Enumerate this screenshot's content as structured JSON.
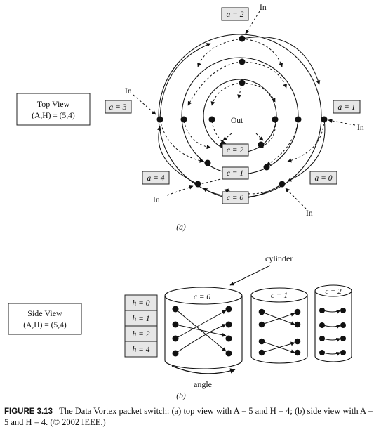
{
  "top": {
    "view_box": [
      "Top View",
      "(A,H) = (5,4)"
    ],
    "angle_labels": [
      "a = 2",
      "a = 3",
      "a = 1",
      "a = 4",
      "a = 0"
    ],
    "cylinder_labels": [
      "c = 2",
      "c = 1",
      "c = 0"
    ],
    "in_label": "In",
    "out_label": "Out",
    "sub_caption": "(a)"
  },
  "side": {
    "view_box": [
      "Side View",
      "(A,H) = (5,4)"
    ],
    "height_labels": [
      "h = 0",
      "h = 1",
      "h = 2",
      "h = 4"
    ],
    "cylinder_labels": [
      "c = 0",
      "c = 1",
      "c = 2"
    ],
    "cylinder_callout": "cylinder",
    "angle_callout": "angle",
    "sub_caption": "(b)"
  },
  "caption": {
    "figure_label": "FIGURE 3.13",
    "text": "The Data Vortex packet switch: (a) top view with A = 5 and H = 4; (b) side view with A = 5 and H = 4. (© 2002 IEEE.)"
  }
}
